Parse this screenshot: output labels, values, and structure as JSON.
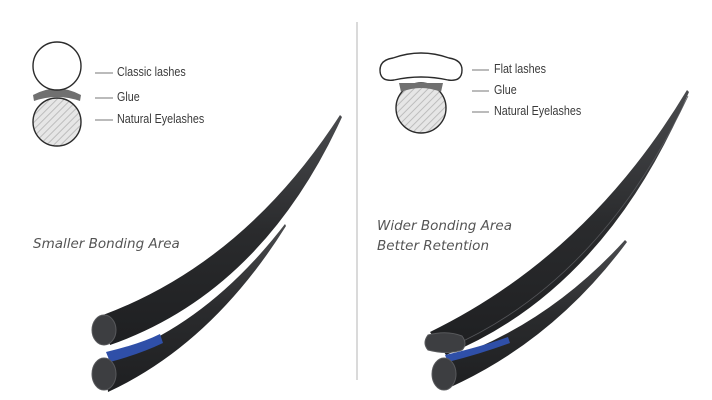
{
  "colors": {
    "lash": "#2e2f31",
    "lash_edge": "#5a5b5e",
    "glue": "#2f4fa8",
    "glue_diagram": "#707070",
    "outline": "#2b2b2b",
    "hatch": "#c9c9c9",
    "divider": "#b5b5b5",
    "text": "#3a3a3a"
  },
  "left_panel": {
    "labels": {
      "lash": "Classic lashes",
      "glue": "Glue",
      "natural": "Natural Eyelashes"
    },
    "caption": [
      "Smaller Bonding Area"
    ]
  },
  "right_panel": {
    "labels": {
      "lash": "Flat lashes",
      "glue": "Glue",
      "natural": "Natural Eyelashes"
    },
    "caption": [
      "Wider Bonding Area",
      "Better Retention"
    ]
  }
}
